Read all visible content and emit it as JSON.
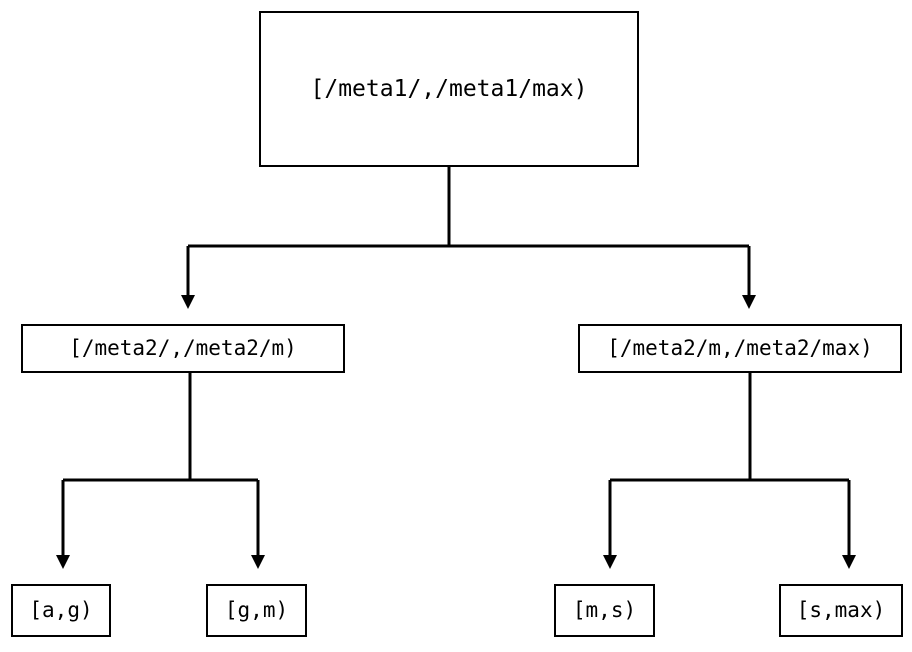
{
  "diagram": {
    "type": "binary-tree",
    "title": "",
    "background_color": "#ffffff",
    "line_color": "#000000",
    "text_color": "#000000",
    "nodes": {
      "root": {
        "label": "[/meta1/,/meta1/max)"
      },
      "mid_left": {
        "label": "[/meta2/,/meta2/m)"
      },
      "mid_right": {
        "label": "[/meta2/m,/meta2/max)"
      },
      "leaf_ag": {
        "label": "[a,g)"
      },
      "leaf_gm": {
        "label": "[g,m)"
      },
      "leaf_ms": {
        "label": "[m,s)"
      },
      "leaf_smax": {
        "label": "[s,max)"
      }
    },
    "edges": [
      {
        "from": "root",
        "to": "mid_left",
        "arrow": "down"
      },
      {
        "from": "root",
        "to": "mid_right",
        "arrow": "down"
      },
      {
        "from": "mid_left",
        "to": "leaf_ag",
        "arrow": "down"
      },
      {
        "from": "mid_left",
        "to": "leaf_gm",
        "arrow": "down"
      },
      {
        "from": "mid_right",
        "to": "leaf_ms",
        "arrow": "down"
      },
      {
        "from": "mid_right",
        "to": "leaf_smax",
        "arrow": "down"
      }
    ]
  }
}
